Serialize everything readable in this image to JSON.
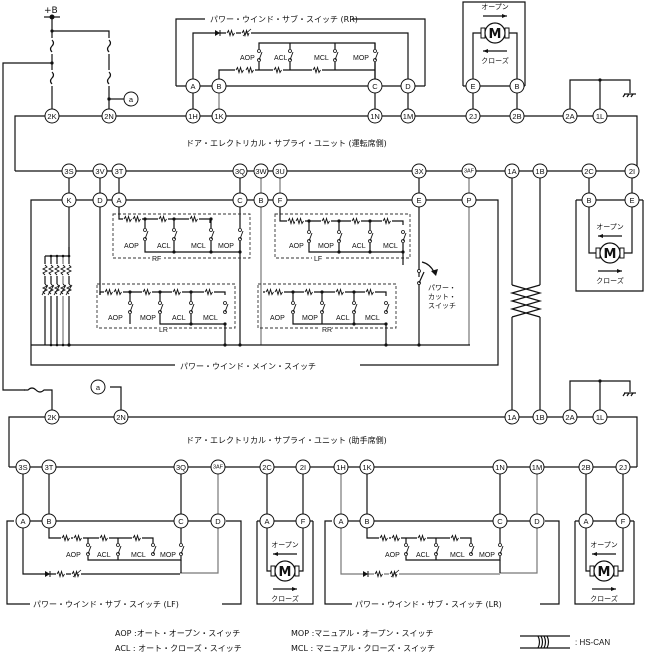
{
  "diagram": {
    "power_label": "+B",
    "junction_label": "a",
    "units": {
      "driver": {
        "title": "ドア・エレクトリカル・サプライ・ユニット (運転席側)",
        "top_pins": [
          "2K",
          "2N",
          "1H",
          "1K",
          "1N",
          "1M",
          "2J",
          "2B",
          "2A",
          "1L"
        ],
        "bottom_pins": [
          "3S",
          "3V",
          "3T",
          "3Q",
          "3W",
          "3U",
          "3X",
          "3AF",
          "1A",
          "1B",
          "2C",
          "2I"
        ]
      },
      "passenger": {
        "title": "ドア・エレクトリカル・サプライ・ユニット (助手席側)",
        "top_pins": [
          "2K",
          "2N",
          "1A",
          "1B",
          "2A",
          "1L"
        ],
        "bottom_pins": [
          "3S",
          "3T",
          "3Q",
          "3AF",
          "2C",
          "2I",
          "1H",
          "1K",
          "1N",
          "1M",
          "2B",
          "2J"
        ]
      }
    },
    "switches": {
      "sub_rr": {
        "title": "パワー・ウインド・サブ・スイッチ (RR)",
        "pins": [
          "A",
          "B",
          "C",
          "D"
        ],
        "contacts": [
          "AOP",
          "ACL",
          "MCL",
          "MOP"
        ]
      },
      "sub_lf": {
        "title": "パワー・ウインド・サブ・スイッチ (LF)",
        "pins": [
          "A",
          "B",
          "C",
          "D"
        ],
        "contacts": [
          "AOP",
          "ACL",
          "MCL",
          "MOP"
        ]
      },
      "sub_lr": {
        "title": "パワー・ウインド・サブ・スイッチ (LR)",
        "pins": [
          "A",
          "B",
          "C",
          "D"
        ],
        "contacts": [
          "AOP",
          "ACL",
          "MCL",
          "MOP"
        ]
      },
      "main": {
        "title": "パワー・ウインド・メイン・スイッチ",
        "pins": [
          "K",
          "D",
          "A",
          "C",
          "B",
          "F",
          "E",
          "P"
        ],
        "groups": [
          {
            "name": "RF",
            "contacts": [
              "AOP",
              "ACL",
              "MCL",
              "MOP"
            ]
          },
          {
            "name": "LF",
            "contacts": [
              "AOP",
              "MOP",
              "ACL",
              "MCL"
            ]
          },
          {
            "name": "LR",
            "contacts": [
              "AOP",
              "MOP",
              "ACL",
              "MCL"
            ]
          },
          {
            "name": "RR",
            "contacts": [
              "AOP",
              "MOP",
              "ACL",
              "MCL"
            ]
          }
        ],
        "power_cut_switch": [
          "パワー・",
          "カット・",
          "スイッチ"
        ]
      }
    },
    "motors": {
      "symbol": "M",
      "open_label": "オープン",
      "close_label": "クローズ",
      "rr_pins": [
        "E",
        "B"
      ],
      "rf_pins": [
        "B",
        "E"
      ],
      "lf_pins": [
        "A",
        "F"
      ],
      "lr_pins": [
        "A",
        "F"
      ]
    },
    "legend": {
      "aop": "AOP :オート・オープン・スイッチ",
      "acl": "ACL : オート・クローズ・スイッチ",
      "mop": "MOP :マニュアル・オープン・スイッチ",
      "mcl": "MCL : マニュアル・クローズ・スイッチ",
      "hscan": ": HS-CAN"
    }
  }
}
